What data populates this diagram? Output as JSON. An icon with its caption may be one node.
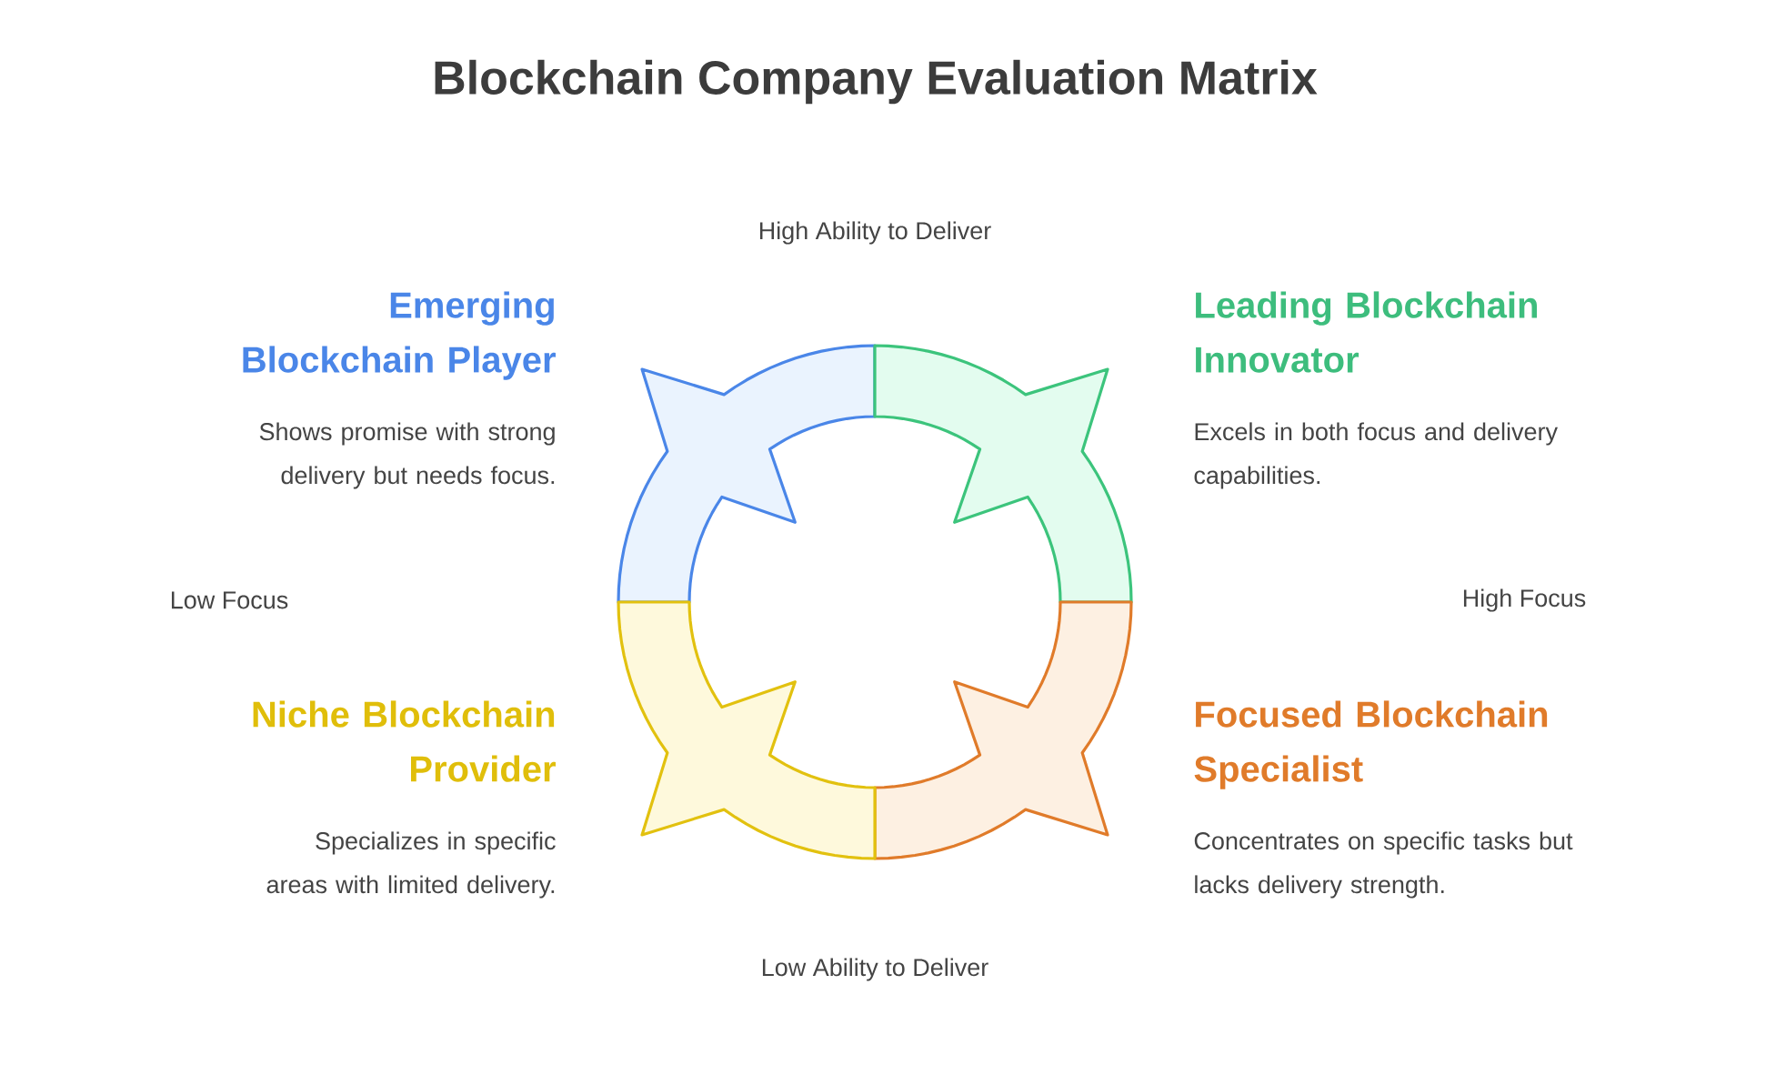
{
  "diagram": {
    "title": "Blockchain Company Evaluation Matrix",
    "labels": [
      "High Ability to Deliver",
      "Emerging Blockchain Player",
      "Leading Blockchain Innovator",
      "Shows promise with strong delivery but needs focus.",
      "Excels in both focus and delivery capabilities.",
      "Low Focus",
      "High Focus",
      "Niche Blockchain Provider",
      "Focused Blockchain Specialist",
      "Specializes in specific areas with limited delivery.",
      "Concentrates on specific tasks but lacks delivery strength.",
      "Low Ability to Deliver"
    ]
  }
}
